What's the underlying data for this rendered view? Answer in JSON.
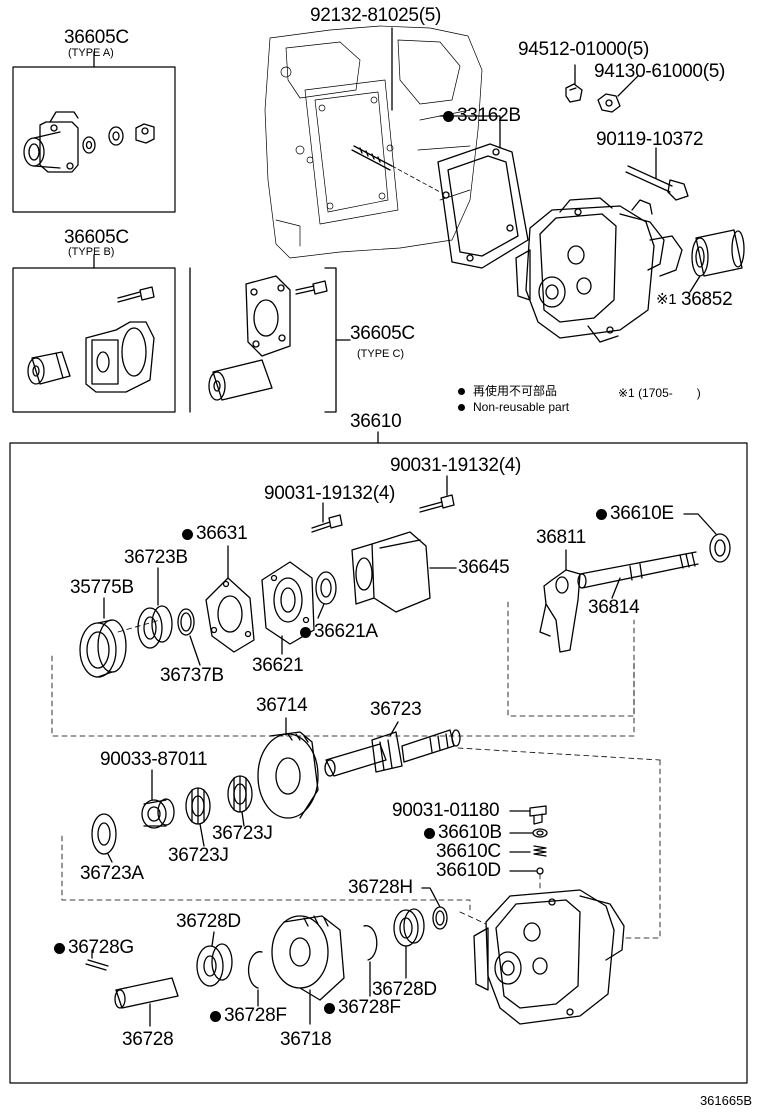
{
  "labels": {
    "l92132": "92132-81025(5)",
    "l94512": "94512-01000(5)",
    "l94130": "94130-61000(5)",
    "l33162B": "33162B",
    "l90119": "90119-10372",
    "l36852": "36852",
    "l36852_mark": "※1",
    "l36605C_a": "36605C",
    "l36605C_b": "36605C",
    "l36605C_c": "36605C",
    "l36610": "36610",
    "l90031_19132_r": "90031-19132(4)",
    "l90031_19132_l": "90031-19132(4)",
    "l36610E": "36610E",
    "l36631": "36631",
    "l36723B": "36723B",
    "l36811": "36811",
    "l35775B": "35775B",
    "l36645": "36645",
    "l36814": "36814",
    "l36621A": "36621A",
    "l36737B": "36737B",
    "l36621": "36621",
    "l36714": "36714",
    "l36723": "36723",
    "l90033": "90033-87011",
    "l90031_01180": "90031-01180",
    "l36610B": "36610B",
    "l36610C": "36610C",
    "l36610D": "36610D",
    "l36723J_1": "36723J",
    "l36723J_2": "36723J",
    "l36723A": "36723A",
    "l36728H": "36728H",
    "l36728D_1": "36728D",
    "l36728D_2": "36728D",
    "l36728G": "36728G",
    "l36728F_1": "36728F",
    "l36728F_2": "36728F",
    "l36728": "36728",
    "l36718": "36718"
  },
  "subtitles": {
    "type_a": "(TYPE A)",
    "type_b": "(TYPE B)",
    "type_c": "(TYPE C)"
  },
  "legend": {
    "jp": "再使用不可部品",
    "en": "Non-reusable part",
    "note": "※1 (1705-　　)"
  },
  "reference": "361665B"
}
